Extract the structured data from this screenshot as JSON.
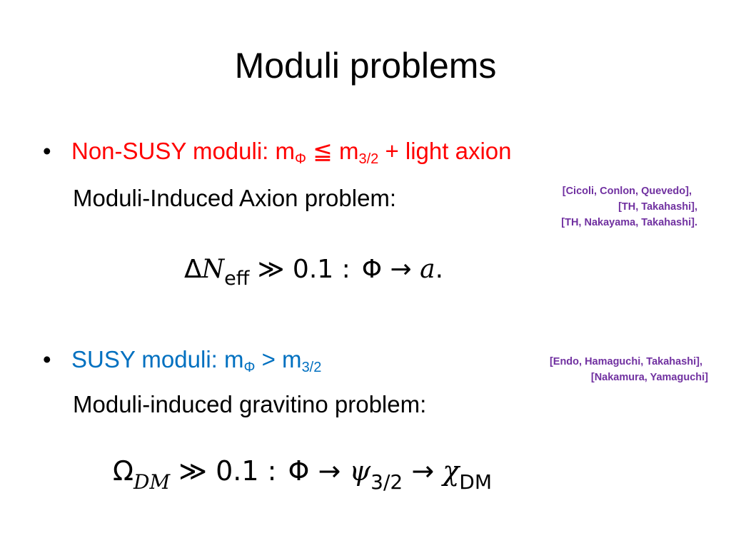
{
  "slide": {
    "title": "Moduli problems"
  },
  "colors": {
    "non_susy": "#ff0000",
    "susy": "#0070c0",
    "refs": "#7030a0",
    "text": "#000000"
  },
  "bullet1": {
    "marker": "•",
    "text_a": "Non-SUSY moduli: m",
    "sub_a": "Φ",
    "rel": " ≦ m",
    "sub_b": "3/2",
    "text_b": " + light axion",
    "problem": "Moduli-Induced Axion problem:"
  },
  "refs1": {
    "line1": "[Cicoli, Conlon, Quevedo],",
    "line2": "[TH, Takahashi],",
    "line3": "[TH, Nakayama, Takahashi]."
  },
  "equation1": {
    "delta": "Δ",
    "N": "N",
    "sub": "eff",
    "gg": " ≫ 0.1 :",
    "Phi": "Φ",
    "arrow": " → ",
    "a": "a",
    "dot": "."
  },
  "bullet2": {
    "marker": "•",
    "text_a": "SUSY moduli: m",
    "sub_a": "Φ",
    "rel": " > m",
    "sub_b": "3/2",
    "problem": "Moduli-induced gravitino problem:"
  },
  "refs2": {
    "line1": "[Endo, Hamaguchi, Takahashi],",
    "line2": "[Nakamura, Yamaguchi]"
  },
  "equation2": {
    "Omega": "Ω",
    "sub_DM": "DM",
    "gg": " ≫ 0.1 :",
    "Phi": "Φ",
    "arrow1": " → ",
    "psi": "ψ",
    "sub_psi": "3/2",
    "arrow2": " → ",
    "chi": "χ",
    "sub_chi": "DM"
  }
}
